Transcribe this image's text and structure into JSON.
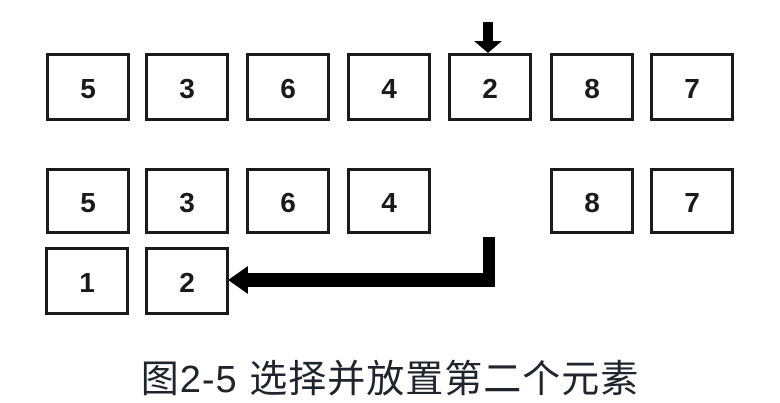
{
  "colors": {
    "background": "#ffffff",
    "box_border": "#1a1a1a",
    "box_fill": "#ffffff",
    "number": "#1a1a1a",
    "arrow": "#000000",
    "caption": "#20242c"
  },
  "icons": {
    "down_arrow": "selection-pointer-down-arrow (solid black CSS shape)",
    "elbow_arrow": "move-element-left-elbow-arrow (solid black CSS shape)"
  },
  "diagram": {
    "row1": {
      "description": "unsorted array with pointer above selected element",
      "cells": [
        "5",
        "3",
        "6",
        "4",
        "2",
        "8",
        "7"
      ],
      "pointer_index": 4,
      "pointer_value": "2"
    },
    "row2": {
      "description": "array after removing selected element (gap at position 5)",
      "cells": [
        "5",
        "3",
        "6",
        "4",
        "8",
        "7"
      ]
    },
    "row3": {
      "description": "sorted output row receiving the moved element",
      "cells": [
        "1",
        "2"
      ]
    }
  },
  "caption": "图2-5 选择并放置第二个元素"
}
